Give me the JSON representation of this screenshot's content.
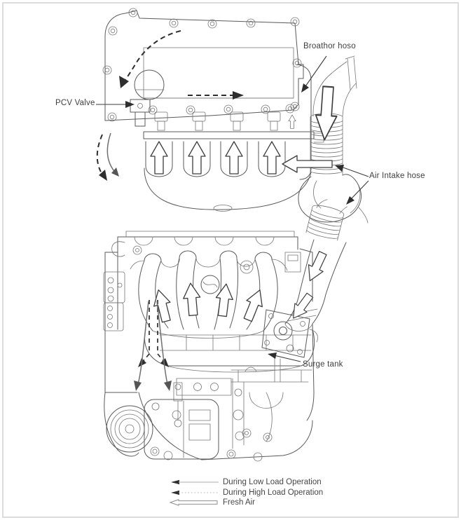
{
  "diagram": {
    "labels": {
      "pcv_valve": "PCV Valve",
      "breather_hose": "Broathor hoso",
      "air_intake_hose": "Air Intake hose",
      "surge_tank": "Surge tank"
    },
    "legend": {
      "items": [
        {
          "icon": "solid-line-left-arrow",
          "label": "During Low Load Operation"
        },
        {
          "icon": "dashed-line-left-arrow",
          "label": "During High Load Operation"
        },
        {
          "icon": "outline-left-arrow",
          "label": "Fresh Air"
        }
      ]
    },
    "colors": {
      "line_art": "#5a5a5a",
      "flow_arrow_fill": "#ffffff",
      "dashed_flow": "#2e2e2e",
      "text": "#3f3f3f",
      "page_border": "#dcdcdc",
      "background": "#ffffff"
    }
  }
}
